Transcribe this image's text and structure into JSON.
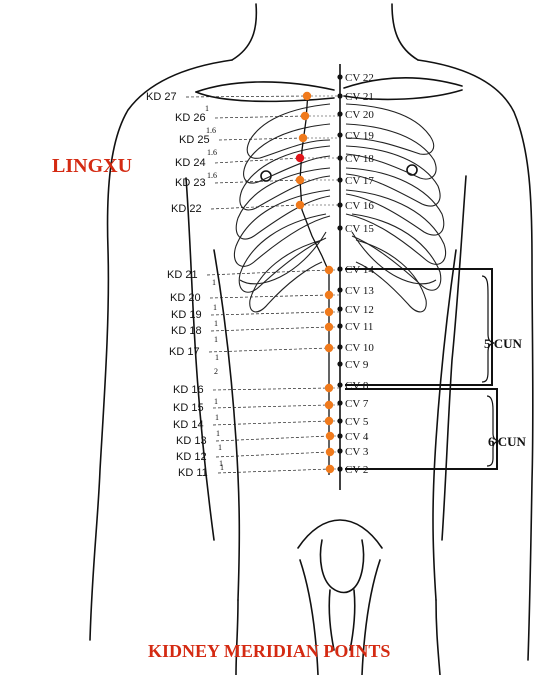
{
  "highlight_label": "LINGXU",
  "caption": "KIDNEY MERIDIAN POINTS",
  "colors": {
    "accent": "#d42a12",
    "point": "#f07a1c",
    "highlight_point": "#e0141a",
    "ink": "#111111"
  },
  "kd_points": [
    {
      "label": "KD 27"
    },
    {
      "label": "KD 26"
    },
    {
      "label": "KD 25"
    },
    {
      "label": "KD 24"
    },
    {
      "label": "KD 23"
    },
    {
      "label": "KD 22"
    },
    {
      "label": "KD 21"
    },
    {
      "label": "KD 20"
    },
    {
      "label": "KD 19"
    },
    {
      "label": "KD 18"
    },
    {
      "label": "KD 17"
    },
    {
      "label": "KD 16"
    },
    {
      "label": "KD 15"
    },
    {
      "label": "KD 14"
    },
    {
      "label": "KD 13"
    },
    {
      "label": "KD 12"
    },
    {
      "label": "KD 11"
    }
  ],
  "cv_points": [
    {
      "label": "CV 22"
    },
    {
      "label": "CV 21"
    },
    {
      "label": "CV 20"
    },
    {
      "label": "CV 19"
    },
    {
      "label": "CV 18"
    },
    {
      "label": "CV 17"
    },
    {
      "label": "CV 16"
    },
    {
      "label": "CV 15"
    },
    {
      "label": "CV 14"
    },
    {
      "label": "CV 13"
    },
    {
      "label": "CV 12"
    },
    {
      "label": "CV 11"
    },
    {
      "label": "CV 10"
    },
    {
      "label": "CV  9"
    },
    {
      "label": "CV 8"
    },
    {
      "label": "CV 7"
    },
    {
      "label": "CV 5"
    },
    {
      "label": "CV 4"
    },
    {
      "label": "CV 3"
    },
    {
      "label": "CV 2"
    }
  ],
  "upper_spacing_labels": [
    "1",
    "1.6",
    "1.6",
    "1.6"
  ],
  "lower_spacing_labels": [
    "1",
    "1",
    "1",
    "1",
    "1",
    "2",
    "1",
    "1",
    "1",
    "1",
    "1",
    "1"
  ],
  "measurements": [
    {
      "label": "5 CUN"
    },
    {
      "label": "6 CUN"
    }
  ]
}
